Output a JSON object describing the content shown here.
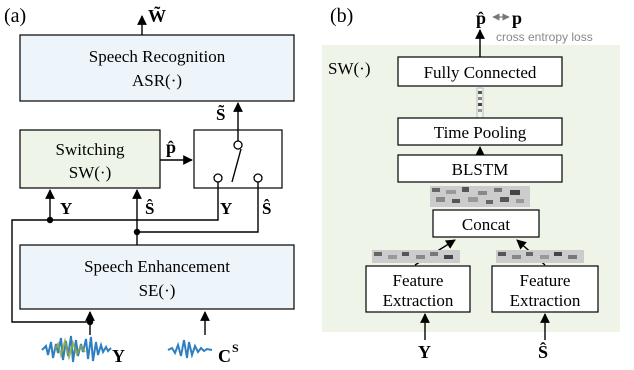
{
  "panel_a": {
    "label": "(a)",
    "output": "W̃",
    "asr_title": "Speech Recognition",
    "asr_func": "ASR(·)",
    "sw_title": "Switching",
    "sw_func": "SW(·)",
    "p_hat": "p̂",
    "s_tilde": "S̃",
    "y_label": "Y",
    "s_hat_label": "Ŝ",
    "switch_y": "Y",
    "switch_s": "Ŝ",
    "se_title": "Speech Enhancement",
    "se_func": "SE(·)",
    "wave_y": "Y",
    "wave_c": "C",
    "wave_c_sup": "S"
  },
  "panel_b": {
    "label": "(b)",
    "output_left": "p̂",
    "arrow": "↔",
    "output_right": "p",
    "loss_label": "cross entropy loss",
    "sw_label": "SW(·)",
    "fc": "Fully Connected",
    "pool": "Time Pooling",
    "blstm": "BLSTM",
    "concat": "Concat",
    "feat_line1": "Feature",
    "feat_line2": "Extraction",
    "input_y": "Y",
    "input_s": "Ŝ"
  },
  "colors": {
    "blue_box": "#eef5fa",
    "green_box": "#eef5e8",
    "panel_bg": "#eef4e8",
    "wave": "#2f7fc0"
  }
}
